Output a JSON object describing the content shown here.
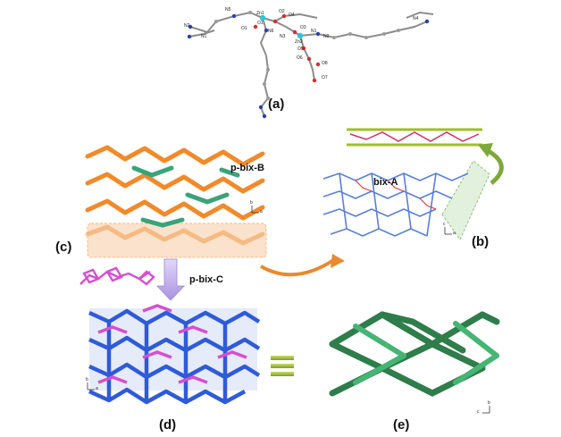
{
  "panels": {
    "a": "(a)",
    "b": "(b)",
    "c": "(c)",
    "d": "(d)",
    "e": "(e)"
  },
  "ligand_labels": {
    "pbix_b": "p-bix-B",
    "bix_a": "bix-A",
    "pbix_c": "p-bix-C"
  },
  "atom_labels": [
    "N5",
    "Zn1",
    "O1",
    "O2",
    "O4",
    "O3",
    "N6",
    "O1",
    "Zn2",
    "N3",
    "N1",
    "N2",
    "N4",
    "O5",
    "O6",
    "O7",
    "O8",
    "N2",
    "N1"
  ],
  "axis_letters": {
    "b": "b",
    "c": "c",
    "a": "a"
  },
  "colors": {
    "orange": "#f08a2a",
    "teal": "#3aa37a",
    "blue": "#2f5bd8",
    "magenta": "#d64fd0",
    "green_dark": "#2e7d4a",
    "green_light": "#46b574",
    "olive": "#9fbf2a",
    "arrow_purple": "#b9a7e8",
    "arrow_orange": "#e88a2f",
    "arrow_green": "#7fa83a"
  }
}
